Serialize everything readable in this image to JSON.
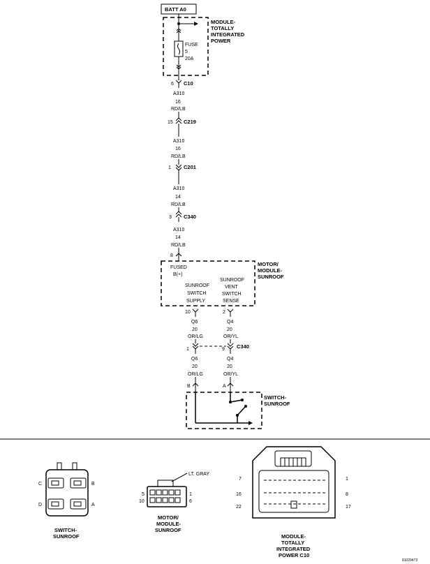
{
  "power_source": {
    "label": "BATT A0"
  },
  "tipm": {
    "title_lines": [
      "MODULE-",
      "TOTALLY",
      "INTEGRATED",
      "POWER"
    ],
    "fuse_lines": [
      "FUSE",
      "5",
      "20A"
    ],
    "connector": {
      "pin": "6",
      "name": "C10"
    }
  },
  "wires": [
    {
      "circuit": "A310",
      "gauge": "16",
      "color": "RD/LB"
    },
    {
      "circuit": "A310",
      "gauge": "16",
      "color": "RD/LB"
    },
    {
      "circuit": "A310",
      "gauge": "14",
      "color": "RD/LB"
    },
    {
      "circuit": "A310",
      "gauge": "14",
      "color": "RD/LB"
    }
  ],
  "connectors": [
    {
      "pin": "15",
      "name": "C219"
    },
    {
      "pin": "1",
      "name": "C201"
    },
    {
      "pin": "3",
      "name": "C340"
    }
  ],
  "motor_module": {
    "title_lines": [
      "MOTOR/",
      "MODULE-",
      "SUNROOF"
    ],
    "input_pin": "8",
    "fused_lines": [
      "FUSED",
      "B(+)"
    ],
    "supply_lines": [
      "SUNROOF",
      "SWITCH",
      "SUPPLY"
    ],
    "sense_lines": [
      "SUNROOF",
      "VENT",
      "SWITCH",
      "SENSE"
    ],
    "supply_pin": "10",
    "sense_pin": "2"
  },
  "switch_wires_upper": [
    {
      "circuit": "Q6",
      "gauge": "20",
      "color": "OR/LG"
    },
    {
      "circuit": "Q4",
      "gauge": "20",
      "color": "OR/YL"
    }
  ],
  "c340_lower": {
    "left_pin": "1",
    "right_pin": "9",
    "name": "C340"
  },
  "switch_wires_lower": [
    {
      "circuit": "Q6",
      "gauge": "20",
      "color": "OR/LG"
    },
    {
      "circuit": "Q4",
      "gauge": "20",
      "color": "OR/YL"
    }
  ],
  "switch": {
    "title_lines": [
      "SWITCH-",
      "SUNROOF"
    ],
    "pin_b": "B",
    "pin_a": "A"
  },
  "connector_views": {
    "switch_view": {
      "pins": [
        "C",
        "B",
        "D",
        "A"
      ],
      "caption_lines": [
        "SWITCH-",
        "SUNROOF"
      ]
    },
    "motor_view": {
      "color_label": "LT. GRAY",
      "pin_labels": [
        "5",
        "1",
        "10",
        "6"
      ],
      "caption_lines": [
        "MOTOR/",
        "MODULE-",
        "SUNROOF"
      ]
    },
    "tipm_view": {
      "pin_labels": [
        "7",
        "1",
        "16",
        "8",
        "22",
        "17"
      ],
      "caption_lines": [
        "MODULE-",
        "TOTALLY",
        "INTEGRATED",
        "POWER C10"
      ]
    }
  },
  "figure_id": "81029473"
}
